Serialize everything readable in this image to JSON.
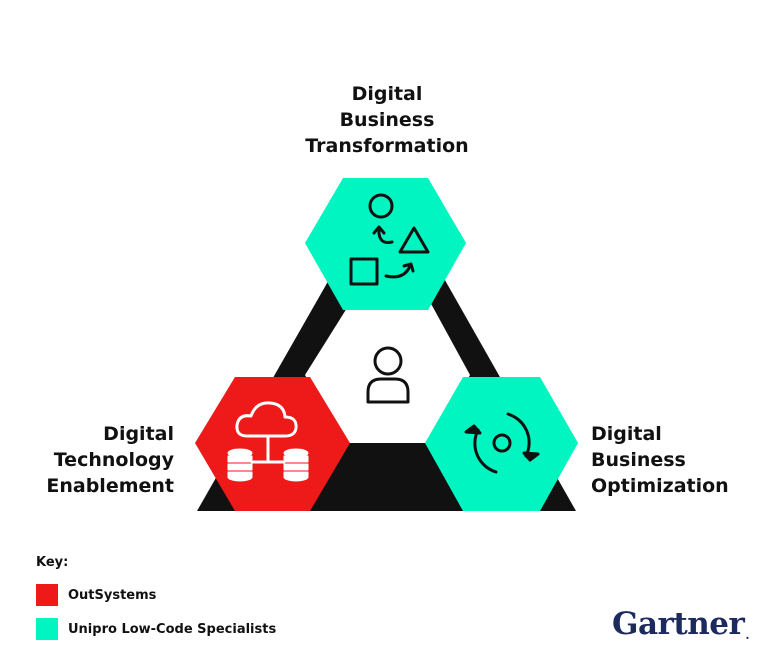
{
  "labels": {
    "top": [
      "Digital",
      "Business",
      "Transformation"
    ],
    "left": [
      "Digital",
      "Technology",
      "Enablement"
    ],
    "right": [
      "Digital",
      "Business",
      "Optimization"
    ]
  },
  "key": {
    "title": "Key:",
    "items": [
      {
        "label": "OutSystems",
        "color": "#ee1a1a"
      },
      {
        "label": "Unipro Low-Code Specialists",
        "color": "#00f5c0"
      }
    ]
  },
  "logo": {
    "text": "Gartner",
    "dot": ".",
    "color": "#1c2a5e"
  },
  "colors": {
    "red": "#ee1a1a",
    "teal": "#00f5c0",
    "dark": "#111111",
    "white": "#ffffff"
  },
  "icons": {
    "top": "shapes-transform-icon",
    "center": "person-icon",
    "left": "cloud-database-icon",
    "right": "cycle-arrows-icon"
  }
}
